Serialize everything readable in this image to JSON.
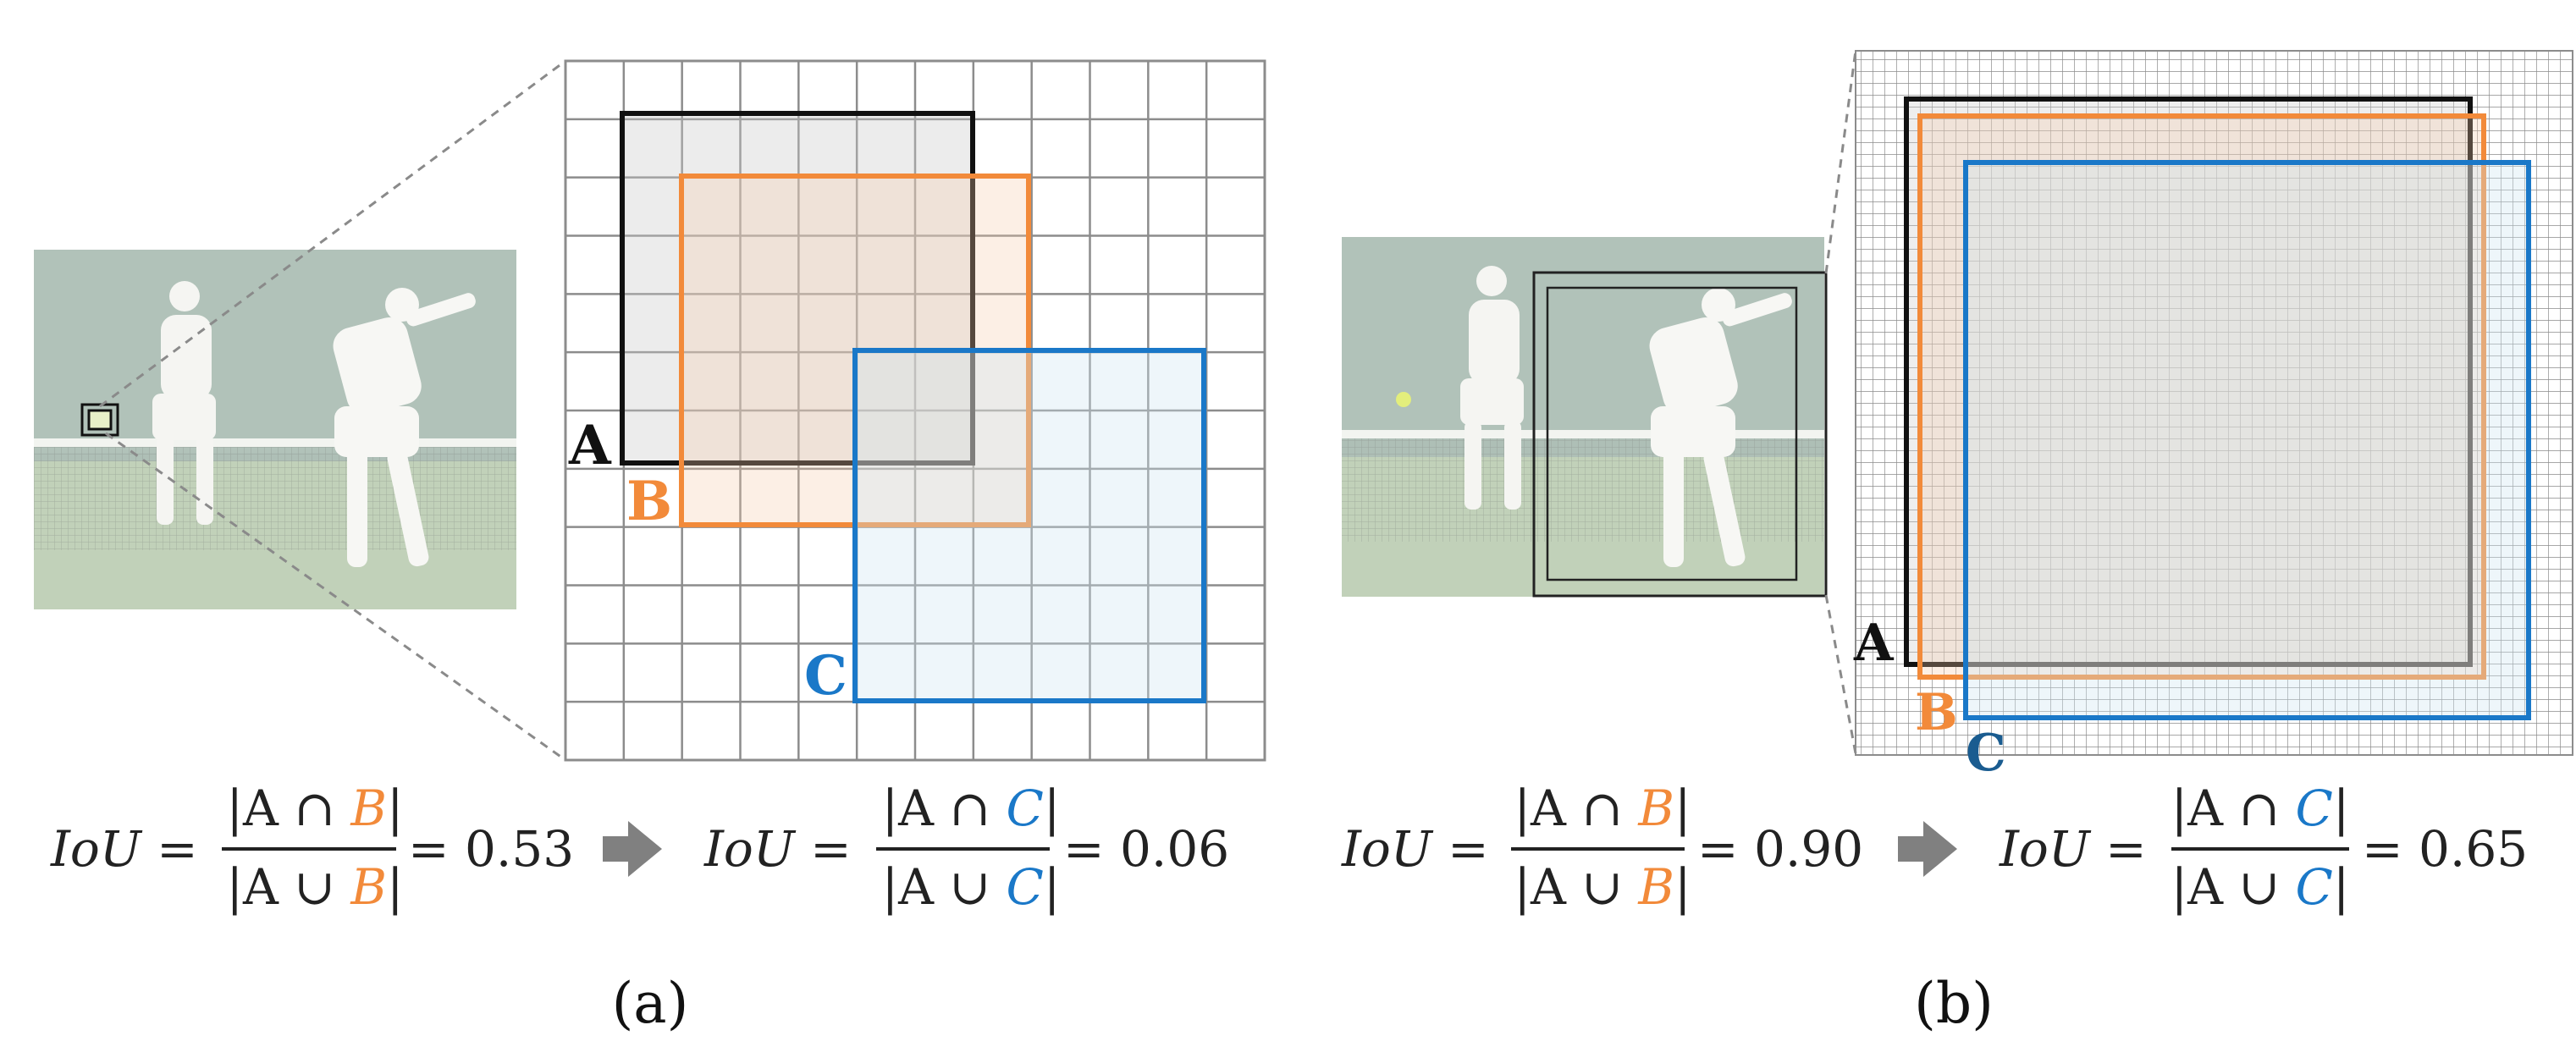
{
  "colors": {
    "box_a": "#111111",
    "box_b": "#F28A3A",
    "box_c": "#1A78C8",
    "grid": "#8C8C8C",
    "dash": "#8A8A8A",
    "arrow": "#808080"
  },
  "panel_a": {
    "labels": {
      "a": "A",
      "b": "B",
      "c": "C"
    },
    "formula_left": {
      "lhs": "IoU =",
      "num_pre": "|A ∩ ",
      "num_var": "B",
      "num_post": "|",
      "den_pre": "|A ∪ ",
      "den_var": "B",
      "den_post": "|",
      "value": "= 0.53"
    },
    "formula_right": {
      "lhs": "IoU =",
      "num_pre": "|A ∩ ",
      "num_var": "C",
      "num_post": "|",
      "den_pre": "|A ∪ ",
      "den_var": "C",
      "den_post": "|",
      "value": "= 0.06"
    },
    "caption": "(a)"
  },
  "panel_b": {
    "labels": {
      "a": "A",
      "b": "B",
      "c": "C"
    },
    "formula_left": {
      "lhs": "IoU =",
      "num_pre": "|A ∩ ",
      "num_var": "B",
      "num_post": "|",
      "den_pre": "|A ∪ ",
      "den_var": "B",
      "den_post": "|",
      "value": "= 0.90"
    },
    "formula_right": {
      "lhs": "IoU =",
      "num_pre": "|A ∩ ",
      "num_var": "C",
      "num_post": "|",
      "den_pre": "|A ∪ ",
      "den_var": "C",
      "den_post": "|",
      "value": "= 0.65"
    },
    "caption": "(b)"
  }
}
